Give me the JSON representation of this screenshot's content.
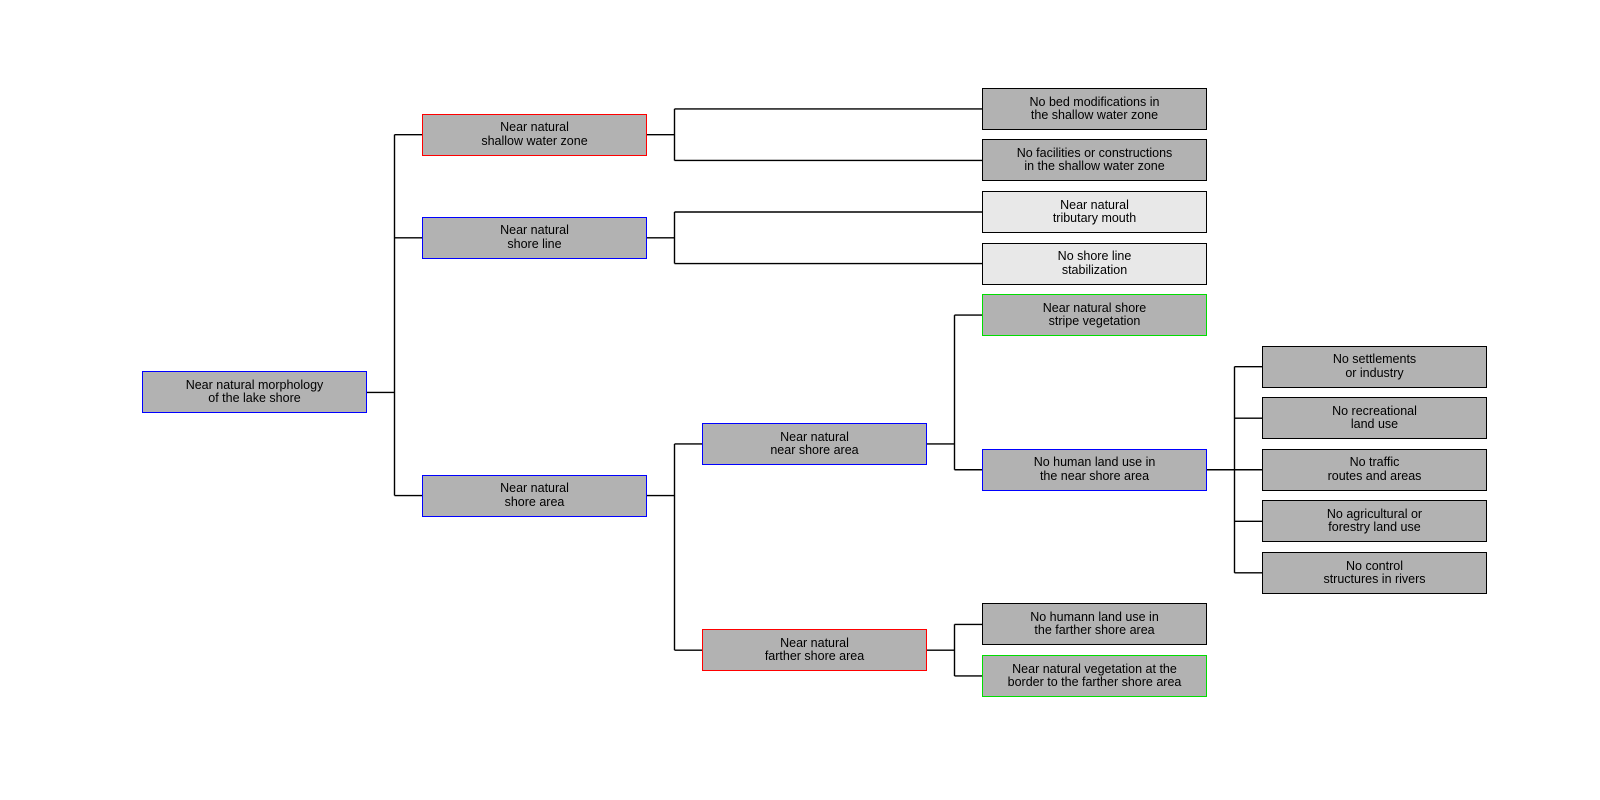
{
  "diagram": {
    "title": "Near natural morphology of the lake shore criteria tree",
    "colors": {
      "background": "#ffffff",
      "box_fill_gray": "#b2b2b2",
      "box_fill_light": "#e8e8e8",
      "border_black": "#000000",
      "border_red": "#ff0000",
      "border_blue": "#0000ff",
      "border_green": "#00dd00",
      "connector": "#000000",
      "text": "#000000"
    },
    "nodes": [
      {
        "id": "root",
        "parent": null,
        "col": 0,
        "lines": [
          "Near natural morphology",
          "of the lake shore"
        ],
        "border": "blue",
        "fill": "gray"
      },
      {
        "id": "shallow",
        "parent": "root",
        "col": 1,
        "lines": [
          "Near natural",
          "shallow water zone"
        ],
        "border": "red",
        "fill": "gray"
      },
      {
        "id": "shoreline",
        "parent": "root",
        "col": 1,
        "lines": [
          "Near natural",
          "shore line"
        ],
        "border": "blue",
        "fill": "gray"
      },
      {
        "id": "shorearea",
        "parent": "root",
        "col": 1,
        "lines": [
          "Near natural",
          "shore area"
        ],
        "border": "blue",
        "fill": "gray"
      },
      {
        "id": "bedmod",
        "parent": "shallow",
        "col": 3,
        "lines": [
          "No bed modifications in",
          "the shallow water zone"
        ],
        "border": "black",
        "fill": "gray"
      },
      {
        "id": "facilities",
        "parent": "shallow",
        "col": 3,
        "lines": [
          "No facilities or constructions",
          "in the shallow water zone"
        ],
        "border": "black",
        "fill": "gray"
      },
      {
        "id": "tributary",
        "parent": "shoreline",
        "col": 3,
        "lines": [
          "Near natural",
          "tributary mouth"
        ],
        "border": "black",
        "fill": "light"
      },
      {
        "id": "stabilization",
        "parent": "shoreline",
        "col": 3,
        "lines": [
          "No shore line",
          "stabilization"
        ],
        "border": "black",
        "fill": "light"
      },
      {
        "id": "nearshore",
        "parent": "shorearea",
        "col": 2,
        "lines": [
          "Near natural",
          "near shore area"
        ],
        "border": "blue",
        "fill": "gray"
      },
      {
        "id": "farthershore",
        "parent": "shorearea",
        "col": 2,
        "lines": [
          "Near natural",
          "farther shore area"
        ],
        "border": "red",
        "fill": "gray"
      },
      {
        "id": "stripeveg",
        "parent": "nearshore",
        "col": 3,
        "lines": [
          "Near natural shore",
          "stripe vegetation"
        ],
        "border": "green",
        "fill": "gray"
      },
      {
        "id": "nohumanuse",
        "parent": "nearshore",
        "col": 3,
        "lines": [
          "No human land use in",
          "the near shore area"
        ],
        "border": "blue",
        "fill": "gray"
      },
      {
        "id": "settlements",
        "parent": "nohumanuse",
        "col": 4,
        "lines": [
          "No settlements",
          "or industry"
        ],
        "border": "black",
        "fill": "gray"
      },
      {
        "id": "recreational",
        "parent": "nohumanuse",
        "col": 4,
        "lines": [
          "No recreational",
          "land use"
        ],
        "border": "black",
        "fill": "gray"
      },
      {
        "id": "traffic",
        "parent": "nohumanuse",
        "col": 4,
        "lines": [
          "No traffic",
          "routes and areas"
        ],
        "border": "black",
        "fill": "gray"
      },
      {
        "id": "agricultural",
        "parent": "nohumanuse",
        "col": 4,
        "lines": [
          "No agricultural or",
          "forestry land use"
        ],
        "border": "black",
        "fill": "gray"
      },
      {
        "id": "control",
        "parent": "nohumanuse",
        "col": 4,
        "lines": [
          "No control",
          "structures in rivers"
        ],
        "border": "black",
        "fill": "gray"
      },
      {
        "id": "nohumanfarther",
        "parent": "farthershore",
        "col": 3,
        "lines": [
          "No humann land use in",
          "the farther shore area"
        ],
        "border": "black",
        "fill": "gray"
      },
      {
        "id": "vegborder",
        "parent": "farthershore",
        "col": 3,
        "lines": [
          "Near natural vegetation at the",
          "border to the farther shore area"
        ],
        "border": "green",
        "fill": "gray"
      }
    ]
  }
}
